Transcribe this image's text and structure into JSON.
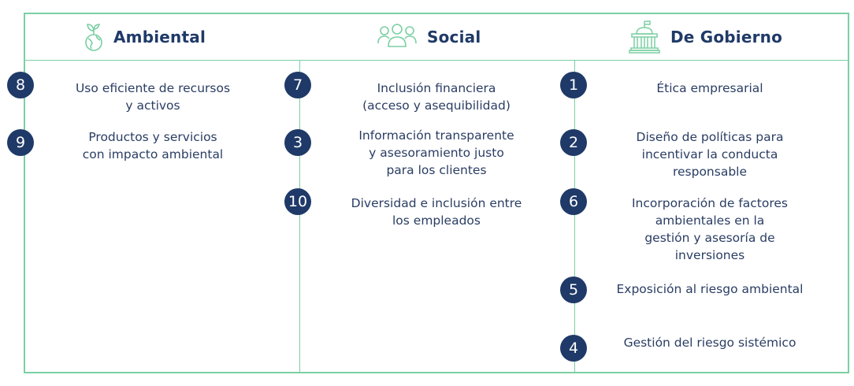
{
  "accent_color": "#7ccfa4",
  "badge_color": "#1f3a68",
  "columns": [
    {
      "title": "Ambiental",
      "icon": "plant-globe-icon",
      "items": [
        {
          "number": "8",
          "text": "Uso eficiente de recursos\ny activos"
        },
        {
          "number": "9",
          "text": "Productos y servicios\ncon impacto ambiental"
        }
      ]
    },
    {
      "title": "Social",
      "icon": "people-group-icon",
      "items": [
        {
          "number": "7",
          "text": "Inclusión financiera\n(acceso y asequibilidad)"
        },
        {
          "number": "3",
          "text": "Información transparente\ny asesoramiento justo\npara los clientes"
        },
        {
          "number": "10",
          "text": "Diversidad e inclusión entre\nlos empleados"
        }
      ]
    },
    {
      "title": "De Gobierno",
      "icon": "government-building-icon",
      "items": [
        {
          "number": "1",
          "text": "Ética empresarial"
        },
        {
          "number": "2",
          "text": "Diseño de políticas para\nincentivar la conducta\nresponsable"
        },
        {
          "number": "6",
          "text": "Incorporación de factores\nambientales en la\ngestión y asesoría de\ninversiones"
        },
        {
          "number": "5",
          "text": "Exposición al riesgo ambiental"
        },
        {
          "number": "4",
          "text": "Gestión del riesgo sistémico"
        }
      ]
    }
  ]
}
